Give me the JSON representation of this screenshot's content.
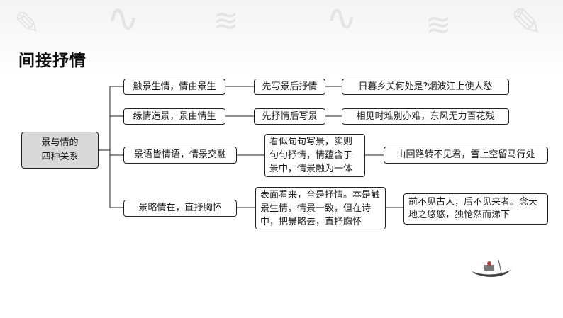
{
  "title": "间接抒情",
  "root": {
    "line1": "景与情的",
    "line2": "四种关系"
  },
  "rows": [
    {
      "label": "触景生情，情由景生",
      "mid": "先写景后抒情",
      "example": "日暮乡关何处是?烟波江上使人愁"
    },
    {
      "label": "缘情造景，景由情生",
      "mid": "先抒情后写景",
      "example": "相见时难别亦难，东风无力百花残"
    },
    {
      "label": "景语皆情语，情景交融",
      "mid": "看似句句写景，实则句句抒情，情蕴含于景中，情景融为一体",
      "example": "山回路转不见君，雪上空留马行处"
    },
    {
      "label": "景略情在，直抒胸怀",
      "mid": "表面看来，全是抒情。本是触景生情，情景一致，但在诗中，把景略去，直抒胸怀",
      "example": "前不见古人，后不见来者。念天地之悠悠，独怆然而涕下"
    }
  ],
  "colors": {
    "root_fill": "#d9d9d9",
    "line": "#222222"
  }
}
